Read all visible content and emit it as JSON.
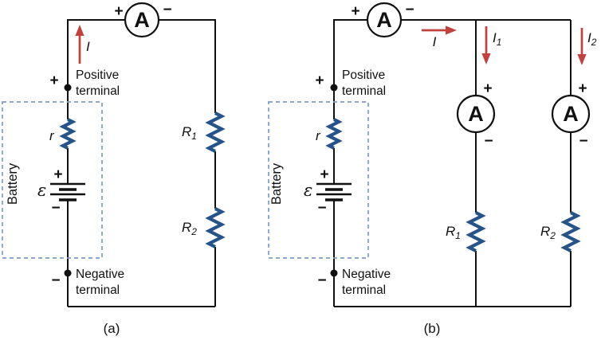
{
  "colors": {
    "wire": "#111111",
    "resistor": "#24548a",
    "arrow": "#c2413c",
    "battery_box": "#7d9cc8"
  },
  "panel_a": {
    "caption": "(a)",
    "main_ammeter": {
      "label": "A",
      "plus": "+",
      "minus": "−"
    },
    "current": {
      "label": "I"
    },
    "positive_terminal": {
      "sign": "+",
      "text_line1": "Positive",
      "text_line2": "terminal"
    },
    "negative_terminal": {
      "sign": "−",
      "text_line1": "Negative",
      "text_line2": "terminal"
    },
    "battery": {
      "name": "Battery",
      "internal_resistance": "r",
      "emf": "ε",
      "plus": "+",
      "minus": "−"
    },
    "resistor_1": {
      "base": "R",
      "sub": "1"
    },
    "resistor_2": {
      "base": "R",
      "sub": "2"
    }
  },
  "panel_b": {
    "caption": "(b)",
    "main_ammeter": {
      "label": "A",
      "plus": "+",
      "minus": "−"
    },
    "current": {
      "label": "I"
    },
    "current_1": {
      "base": "I",
      "sub": "1"
    },
    "current_2": {
      "base": "I",
      "sub": "2"
    },
    "branch_ammeter_1": {
      "label": "A",
      "plus": "+",
      "minus": "−"
    },
    "branch_ammeter_2": {
      "label": "A",
      "plus": "+",
      "minus": "−"
    },
    "positive_terminal": {
      "sign": "+",
      "text_line1": "Positive",
      "text_line2": "terminal"
    },
    "negative_terminal": {
      "sign": "−",
      "text_line1": "Negative",
      "text_line2": "terminal"
    },
    "battery": {
      "name": "Battery",
      "internal_resistance": "r",
      "emf": "ε",
      "plus": "+",
      "minus": "−"
    },
    "resistor_1": {
      "base": "R",
      "sub": "1"
    },
    "resistor_2": {
      "base": "R",
      "sub": "2"
    }
  }
}
